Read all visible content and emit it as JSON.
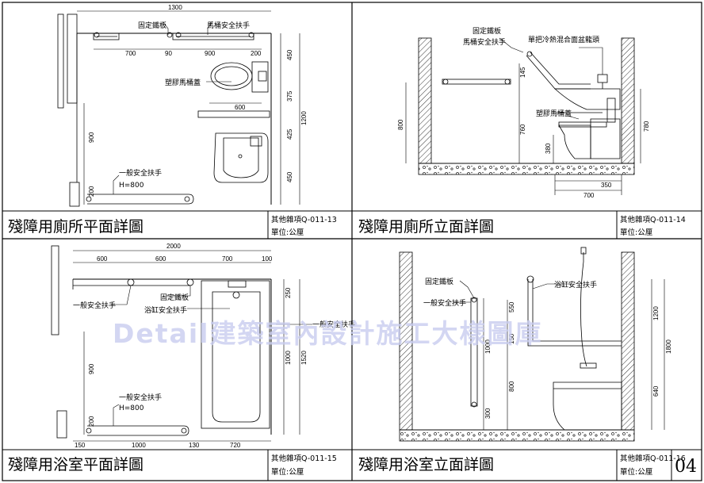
{
  "watermark": "Detail建築室內設計施工大樣圖庫",
  "sheet_number": "04",
  "panels": [
    {
      "title": "殘障用廁所平面詳圖",
      "code": "其他雜項Q-011-13",
      "unit": "單位:公厘",
      "labels": {
        "fixed_plate": "固定鐵板",
        "toilet_rail": "馬桶安全扶手",
        "lid": "塑膠馬桶蓋",
        "general_rail": "一般安全扶手",
        "height": "H=800"
      },
      "dims": {
        "top": "1300",
        "d700": "700",
        "d90": "90",
        "d900": "900",
        "d200": "200",
        "d450a": "450",
        "d375": "375",
        "d1200": "1200",
        "d425": "425",
        "d450b": "450",
        "d600": "600",
        "d900v": "900",
        "d200v": "200"
      }
    },
    {
      "title": "殘障用廁所立面詳圖",
      "code": "其他雜項Q-011-14",
      "unit": "單位:公厘",
      "labels": {
        "fixed_plate": "固定鐵板",
        "toilet_rail": "馬桶安全扶手",
        "faucet": "單把冷熱混合面盆龍頭",
        "lid": "塑膠馬桶蓋"
      },
      "dims": {
        "d800": "800",
        "d145": "145",
        "d760": "760",
        "d380": "380",
        "d780": "780",
        "d350": "350",
        "d700": "700"
      }
    },
    {
      "title": "殘障用浴室平面詳圖",
      "code": "其他雜項Q-011-15",
      "unit": "單位:公厘",
      "labels": {
        "general_rail_a": "一般安全扶手",
        "fixed_plate": "固定鐵板",
        "tub_rail": "浴缸安全扶手",
        "general_rail_b": "一般安全扶手",
        "general_rail_c": "一般安全扶手",
        "height": "H=800"
      },
      "dims": {
        "top": "2000",
        "d600a": "600",
        "d600b": "600",
        "d700": "700",
        "d100": "100",
        "d250": "250",
        "d1000v": "1000",
        "d1520": "1520",
        "d900": "900",
        "d200": "200",
        "d150": "150",
        "d1000": "1000",
        "d130": "130",
        "d720": "720"
      }
    },
    {
      "title": "殘障用浴室立面詳圖",
      "code": "其他雜項Q-011-16",
      "unit": "單位:公厘",
      "labels": {
        "fixed_plate": "固定鐵板",
        "tub_rail": "浴缸安全扶手",
        "general_rail": "一般安全扶手"
      },
      "dims": {
        "d550": "550",
        "d150": "150",
        "d800": "800",
        "d1000": "1000",
        "d300": "300",
        "d1200": "1200",
        "d1800": "1800",
        "d640": "640"
      }
    }
  ]
}
